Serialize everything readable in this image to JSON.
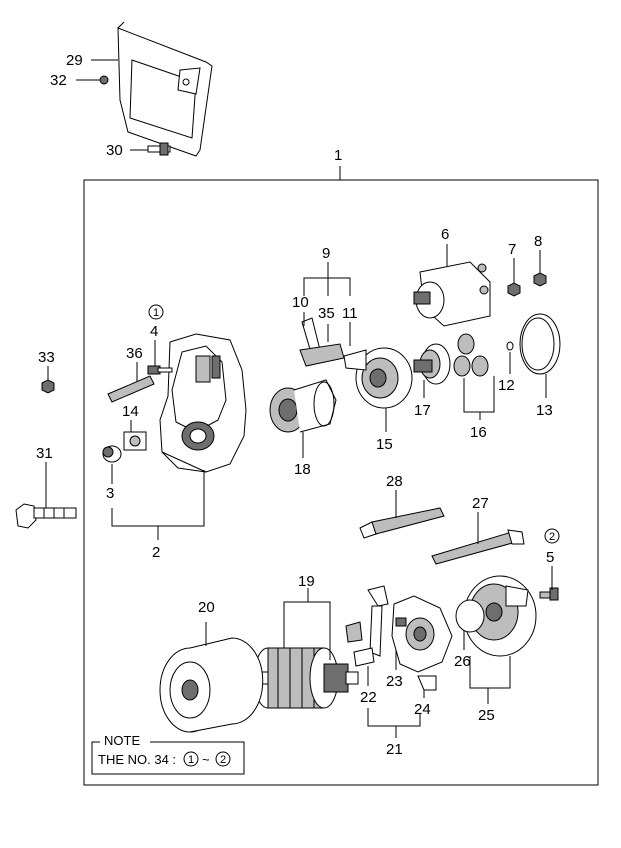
{
  "callouts": {
    "n1": "1",
    "n2": "2",
    "n3": "3",
    "n4": "4",
    "n5": "5",
    "n6": "6",
    "n7": "7",
    "n8": "8",
    "n9": "9",
    "n10": "10",
    "n11": "11",
    "n12": "12",
    "n13": "13",
    "n14": "14",
    "n15": "15",
    "n16": "16",
    "n17": "17",
    "n18": "18",
    "n19": "19",
    "n20": "20",
    "n21": "21",
    "n22": "22",
    "n23": "23",
    "n24": "24",
    "n25": "25",
    "n26": "26",
    "n27": "27",
    "n28": "28",
    "n29": "29",
    "n30": "30",
    "n31": "31",
    "n32": "32",
    "n33": "33",
    "n35": "35",
    "n36": "36"
  },
  "circled": {
    "c1": "1",
    "c2": "2"
  },
  "note": {
    "title": "NOTE",
    "text": "THE NO. 34 :",
    "from": "1",
    "tilde": "~",
    "to": "2"
  }
}
